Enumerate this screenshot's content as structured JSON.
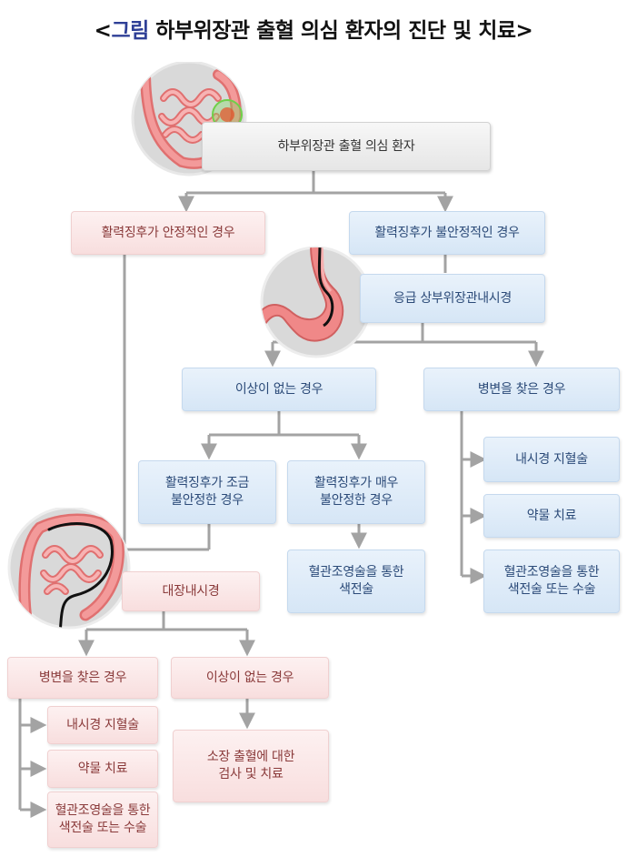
{
  "title": {
    "bracket_open": "<",
    "accent": "그림",
    "rest": " 하부위장관 출혈 의심 환자의 진단 및 치료",
    "bracket_close": ">"
  },
  "nodes": {
    "root": "하부위장관 출혈 의심 환자",
    "stable": "활력징후가 안정적인 경우",
    "unstable": "활력징후가 불안정적인 경우",
    "emergency_egd": "응급 상부위장관내시경",
    "upper_no_abnormality": "이상이 없는 경우",
    "upper_lesion_found": "병변을 찾은 경우",
    "slightly_unstable": "활력징후가 조금\n불안정한 경우",
    "very_unstable": "활력징후가 매우\n불안정한 경우",
    "angio_embolization": "혈관조영술을 통한\n색전술",
    "upper_endo_hemostasis": "내시경 지혈술",
    "upper_drug_therapy": "약물 치료",
    "upper_angio_surgery": "혈관조영술을 통한\n색전술 또는 수술",
    "colonoscopy": "대장내시경",
    "colon_lesion_found": "병변을 찾은 경우",
    "colon_no_abnormality": "이상이 없는 경우",
    "colon_endo_hemostasis": "내시경 지혈술",
    "colon_drug_therapy": "약물 치료",
    "colon_angio_surgery": "혈관조영술을 통한\n색전술 또는 수술",
    "small_bowel": "소장 출혈에 대한\n검사 및 치료"
  },
  "colors": {
    "pink_box": "#f8dede",
    "blue_box": "#d6e6f6",
    "gray_box": "#e6e6e6",
    "connector": "#a3a3a3",
    "accent": "#2e3f96"
  },
  "illustrations": [
    "colon-illustration",
    "stomach-illustration",
    "colonoscopy-illustration"
  ]
}
